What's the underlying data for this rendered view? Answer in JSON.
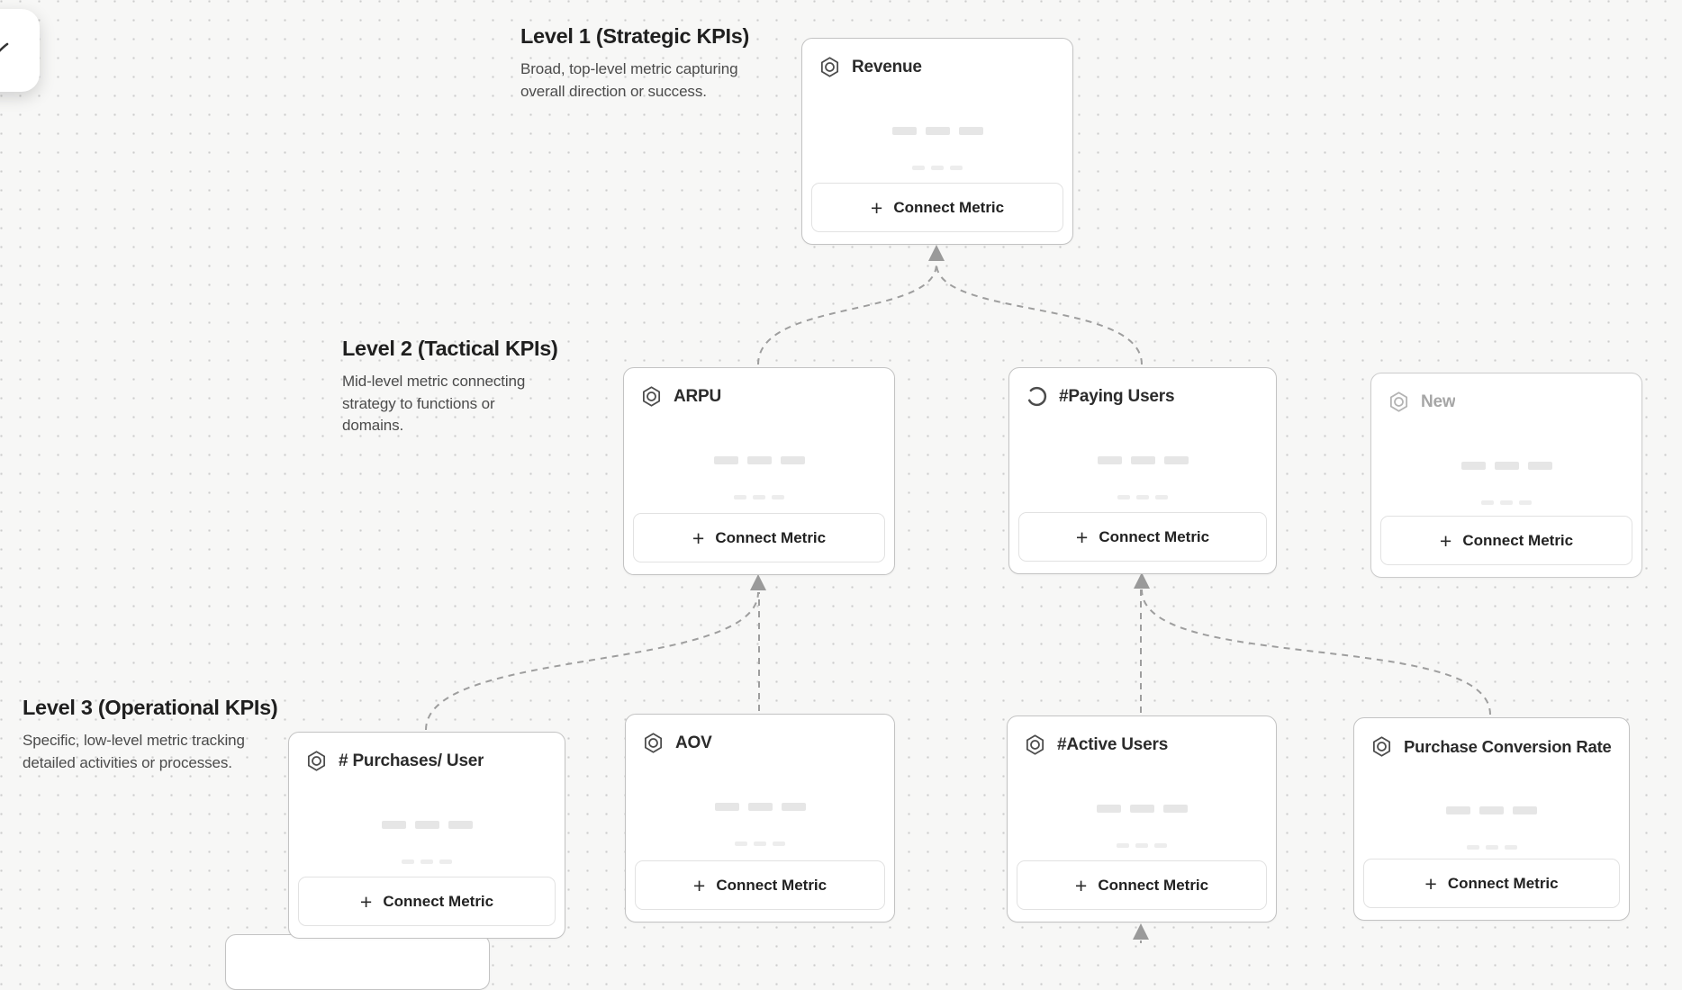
{
  "canvas": {
    "background_color": "#f7f7f6",
    "dot_grid_color": "#cccccc"
  },
  "toolbar": {
    "floating_button_icon": "cursor-icon"
  },
  "levels": [
    {
      "heading": "Level 1 (Strategic KPIs)",
      "description": "Broad, top-level metric capturing overall direction or success."
    },
    {
      "heading": "Level 2 (Tactical KPIs)",
      "description": "Mid-level metric connecting strategy to functions or domains."
    },
    {
      "heading": "Level 3 (Operational KPIs)",
      "description": "Specific, low-level metric tracking detailed activities or processes."
    }
  ],
  "labels": {
    "connect_metric": "Connect Metric"
  },
  "icons": {
    "plus": "+",
    "metric": "hexagon-icon",
    "loading": "spinner-icon"
  },
  "cards": {
    "revenue": {
      "title": "Revenue",
      "icon": "hexagon-icon",
      "level": 1
    },
    "arpu": {
      "title": "ARPU",
      "icon": "hexagon-icon",
      "level": 2
    },
    "paying_users": {
      "title": "#Paying Users",
      "icon": "spinner-icon",
      "level": 2
    },
    "new": {
      "title": "New",
      "icon": "hexagon-icon",
      "level": 2,
      "state": "draft"
    },
    "purchases_per_user": {
      "title": "# Purchases/ User",
      "icon": "hexagon-icon",
      "level": 3
    },
    "aov": {
      "title": "AOV",
      "icon": "hexagon-icon",
      "level": 3
    },
    "active_users": {
      "title": "#Active Users",
      "icon": "hexagon-icon",
      "level": 3
    },
    "purchase_conversion_rate": {
      "title": "Purchase Conversion Rate",
      "icon": "hexagon-icon",
      "level": 3
    }
  },
  "colors": {
    "card_border": "#c3c3c3",
    "connector": "#9e9e9e",
    "title_text": "#2b2b2b",
    "muted_text": "#a6a6a6",
    "section_text": "#1f1f1f"
  }
}
